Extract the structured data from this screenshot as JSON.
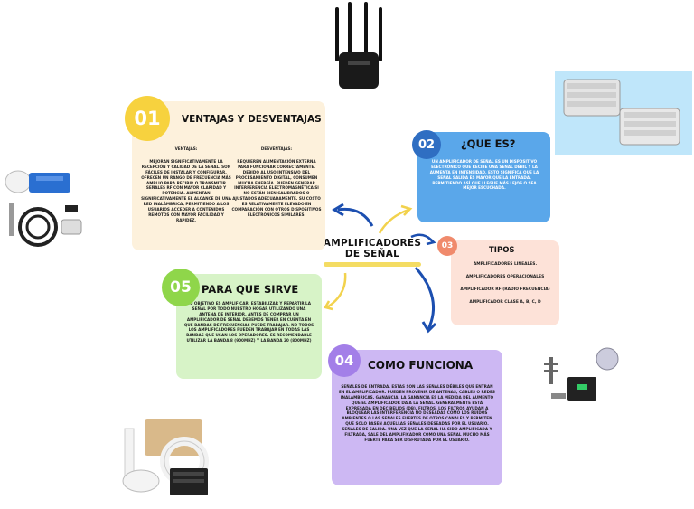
{
  "center": {
    "line1": "AMPLIFICADORES",
    "line2": "DE SEÑAL"
  },
  "card1": {
    "num": "01",
    "title": "VENTAJAS Y DESVENTAJAS",
    "col1_heading": "VENTAJAS:",
    "col1_text": "MEJORAN SIGNIFICATIVAMENTE LA RECEPCIÓN Y CALIDAD DE LA SEÑAL. SON FÁCILES DE INSTALAR Y CONFIGURAR. OFRECEN UN RANGO DE FRECUENCIA MÁS AMPLIO PARA RECIBIR O TRANSMITIR SEÑALES RF CON MAYOR CLARIDAD Y POTENCIA. AUMENTAN SIGNIFICATIVAMENTE EL ALCANCE DE UNA RED INALÁMBRICA, PERMITIENDO A LOS USUARIOS ACCEDER A CONTENIDOS REMOTOS CON MAYOR FACILIDAD Y RAPIDEZ.",
    "col2_heading": "DESVENTAJAS:",
    "col2_text": "REQUIEREN ALIMENTACIÓN EXTERNA PARA FUNCIONAR CORRECTAMENTE. DEBIDO AL USO INTENSIVO DEL PROCESAMIENTO DIGITAL, CONSUMEN MUCHA ENERGÍA. PUEDEN GENERAR INTERFERENCIA ELECTROMAGNÉTICA SI NO ESTÁN BIEN CALIBRADOS O AJUSTADOS ADECUADAMENTE. SU COSTO ES RELATIVAMENTE ELEVADO EN COMPARACIÓN CON OTROS DISPOSITIVOS ELECTRÓNICOS SIMILARES."
  },
  "card2": {
    "num": "02",
    "title": "¿QUE ES?",
    "text": "UN AMPLIFICADOR DE SEÑAL ES UN DISPOSITIVO ELECTRÓNICO QUE RECIBE UNA SEÑAL DÉBIL Y LA AUMENTA EN INTENSIDAD. ESTO SIGNIFICA QUE LA SEÑAL SALIDA ES MAYOR QUE LA ENTRADA, PERMITIENDO ASÍ QUE LLEGUE MÁS LEJOS O SEA MEJOR ESCUCHADA."
  },
  "card3": {
    "num": "03",
    "title": "TIPOS",
    "items": [
      "AMPLIFICADORES LINEALES.",
      "AMPLIFICADORES OPERACIONALES",
      "AMPLIFICADOR RF (RADIO FRECUENCIA)",
      "AMPLIFICADOR CLASE A, B, C, D"
    ]
  },
  "card4": {
    "num": "04",
    "title": "COMO FUNCIONA",
    "text": "SEÑALES DE ENTRADA. ESTAS SON LAS SEÑALES DÉBILES QUE ENTRAN EN EL AMPLIFICADOR. PUEDEN PROVENIR DE ANTENAS, CABLES O REDES INALÁMBRICAS. GANANCIA. LA GANANCIA ES LA MEDIDA DEL AUMENTO QUE EL AMPLIFICADOR DA A LA SEÑAL. GENERALMENTE ESTÁ EXPRESADA EN DECIBELIOS (DB). FILTROS. LOS FILTROS AYUDAN A BLOQUEAR LAS INTERFERENCIA NO DESEADAS COMO LOS RUIDOS AMBIENTES O LAS SEÑALES FUERTES DE OTROS CANALES Y PERMITEN QUE SOLO PASEN AQUELLAS SEÑALES DESEADAS POR EL USUARIO. SEÑALES DE SALIDA. UNA VEZ QUE LA SEÑAL HA SIDO AMPLIFICADA Y FILTRADA, SALE DEL AMPLIFICADOR COMO UNA SEÑAL MUCHO MÁS FUERTE PARA SER DISFRUTADA POR EL USUARIO."
  },
  "card5": {
    "num": "05",
    "title": "PARA QUE SIRVE",
    "text": "SU OBJETIVO ES AMPLIFICAR, ESTABILIZAR Y REPARTIR LA SEÑAL POR TODO NUESTRO HOGAR UTILIZANDO UNA ANTENA DE INTERIOR. ANTES DE COMPRAR UN AMPLIFICADOR DE SEÑAL DEBEMOS TENER EN CUENTA EN QUÉ BANDAS DE FRECUENCIAS PUEDE TRABAJAR. NO TODOS LOS AMPLIFICADORES PUEDEN TRABAJAR EN TODAS LAS BANDAS QUE USAN LOS OPERADORES. ES RECOMENDABLE UTILIZAR LA BANDA 8 (900MHZ) Y LA BANDA 20 (800MHZ)"
  },
  "colors": {
    "card1": "#fdf1dc",
    "card2": "#5aa7ea",
    "card3": "#fde2d8",
    "card4": "#cdb8f3",
    "card5": "#d7f3c7",
    "badge1": "#f7d23e",
    "badge2": "#2f6ec2",
    "badge3": "#f08a6c",
    "badge4": "#a37fe8",
    "badge5": "#8fd64a"
  }
}
